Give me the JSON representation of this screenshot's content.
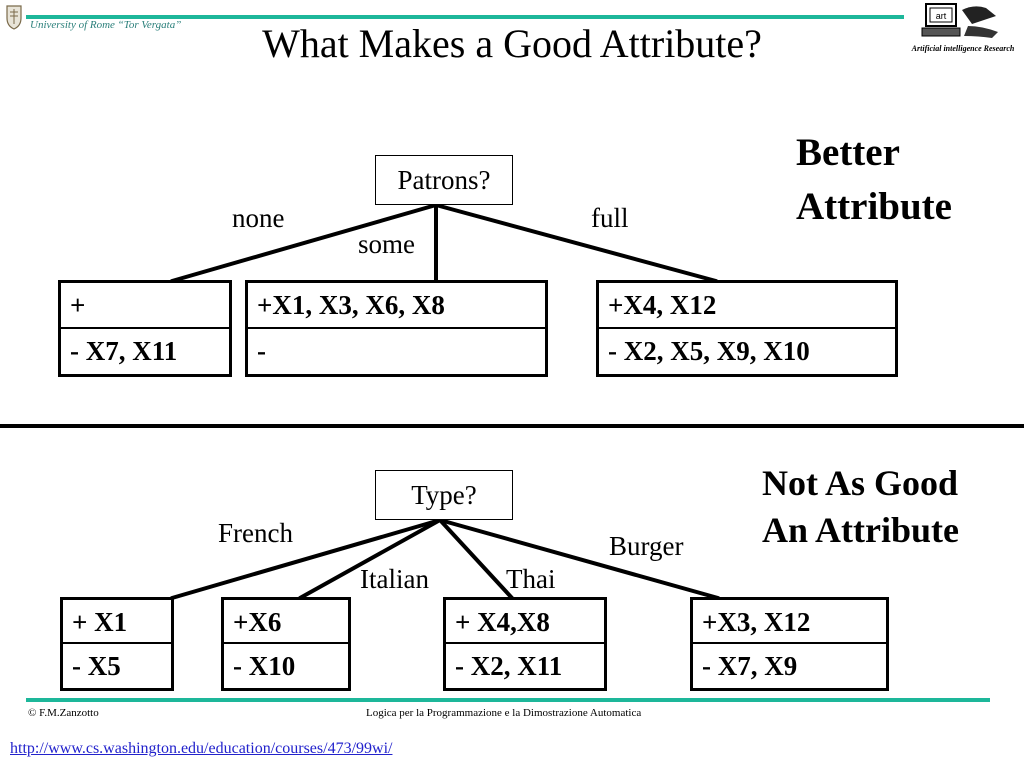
{
  "header": {
    "university": "University of Rome “Tor Vergata”",
    "title": "What Makes a Good Attribute?",
    "logo_text": "art",
    "logo_caption": "Artificial intelligence Research"
  },
  "top_tree": {
    "annotation_line1": "Better",
    "annotation_line2": "Attribute",
    "root": "Patrons?",
    "branches": [
      "none",
      "some",
      "full"
    ],
    "leaves": [
      {
        "pos": "+",
        "neg": "- X7, X11"
      },
      {
        "pos": "+X1, X3, X6, X8",
        "neg": "-"
      },
      {
        "pos": "+X4, X12",
        "neg": "- X2, X5, X9, X10"
      }
    ]
  },
  "bottom_tree": {
    "annotation_line1": "Not As Good",
    "annotation_line2": "An Attribute",
    "root": "Type?",
    "branches": [
      "French",
      "Italian",
      "Thai",
      "Burger"
    ],
    "leaves": [
      {
        "pos": "+ X1",
        "neg": "- X5"
      },
      {
        "pos": "+X6",
        "neg": "- X10"
      },
      {
        "pos": "+ X4,X8",
        "neg": "- X2, X11"
      },
      {
        "pos": "+X3, X12",
        "neg": "- X7, X9"
      }
    ]
  },
  "footer": {
    "author": "© F.M.Zanzotto",
    "course": "Logica per la Programmazione e la Dimostrazione Automatica",
    "url": "http://www.cs.washington.edu/education/courses/473/99wi/"
  },
  "colors": {
    "accent_rule": "#1db79a",
    "link": "#2222cc"
  }
}
